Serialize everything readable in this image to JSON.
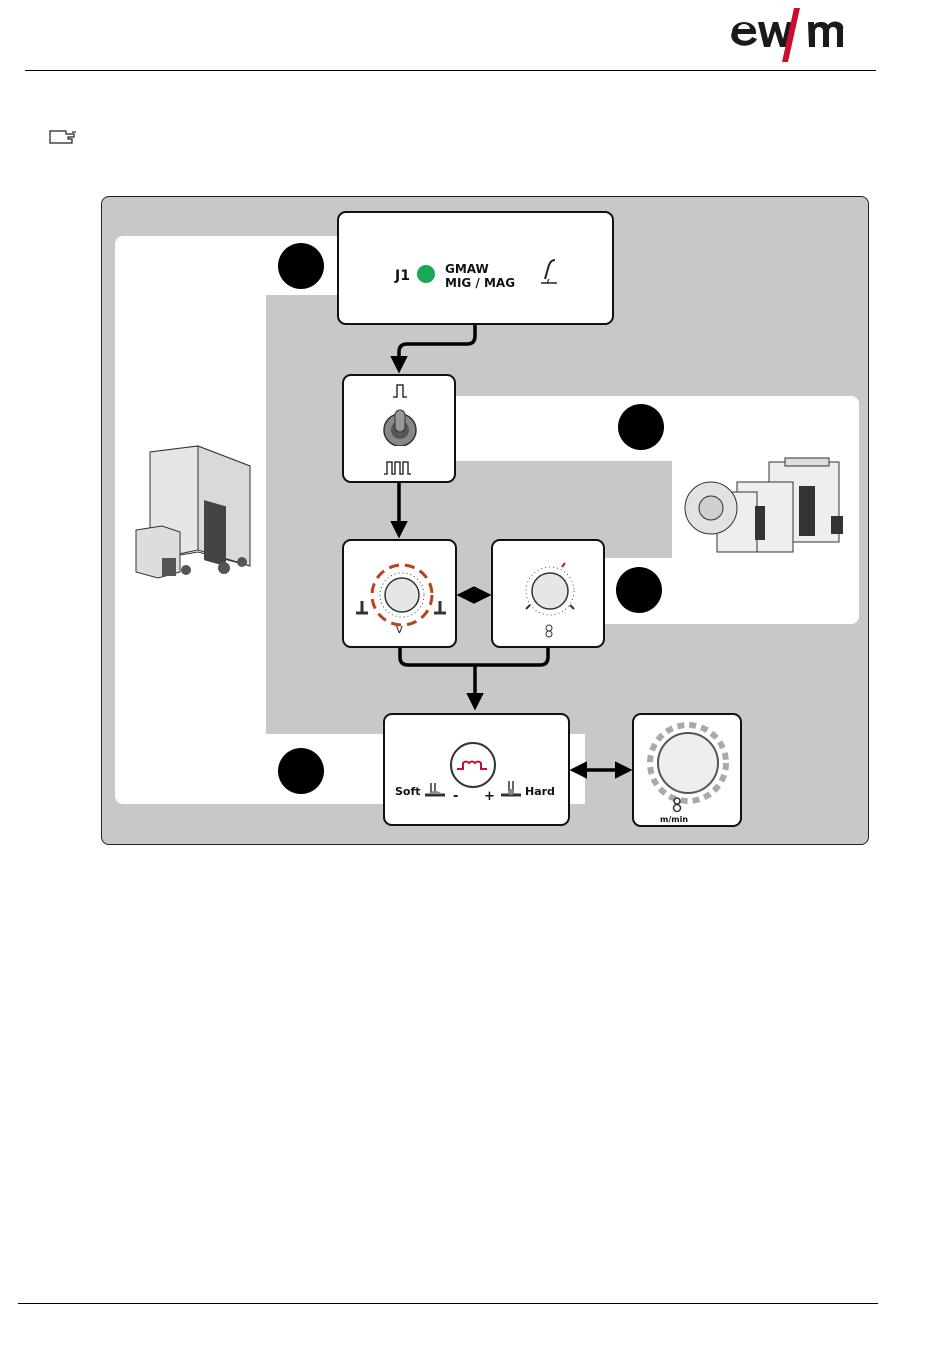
{
  "header": {
    "logo_text": "ewm"
  },
  "note": {
    "icon": "pointing-hand-icon"
  },
  "diagram": {
    "job_box": {
      "job_label": "J1",
      "mode_line1": "GMAW",
      "mode_line2": "MIG / MAG",
      "status_color": "#1aaa55",
      "icon": "welding-torch-icon"
    },
    "selector_box": {
      "top_icon": "two-step-icon",
      "bottom_icon": "four-step-icon"
    },
    "voltage_knob": {
      "unit_label": "V",
      "accent_color": "#b5451b"
    },
    "wire_knob": {
      "icon": "wire-feed-icon"
    },
    "dynamics_box": {
      "soft_label": "Soft",
      "hard_label": "Hard",
      "minus": "-",
      "plus": "+",
      "accent_color": "#c8102e"
    },
    "wire_speed_knob": {
      "unit_label": "m/min"
    }
  }
}
